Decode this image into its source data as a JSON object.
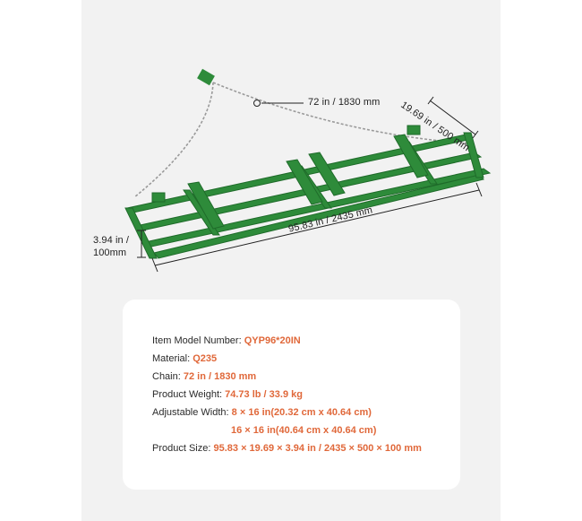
{
  "dimensions": {
    "chain": "72 in / 1830 mm",
    "width": "19.69 in / 500 mm",
    "length": "95.83 in / 2435 mm",
    "height_line1": "3.94 in /",
    "height_line2": "100mm"
  },
  "specs": {
    "model_label": "Item Model Number:",
    "model_value": "QYP96*20IN",
    "material_label": "Material:",
    "material_value": "Q235",
    "chain_label": "Chain:",
    "chain_value": "72 in / 1830 mm",
    "weight_label": "Product Weight:",
    "weight_value": "74.73 lb / 33.9 kg",
    "width_label": "Adjustable Width:",
    "width_value_1": "8 × 16 in(20.32 cm x 40.64 cm)",
    "width_value_2": "16 × 16 in(40.64 cm x 40.64 cm)",
    "size_label": "Product Size:",
    "size_value": "95.83 × 19.69 × 3.94 in / 2435 × 500 × 100 mm"
  },
  "colors": {
    "frame_green": "#2e8b3a",
    "accent_orange": "#e0683a",
    "background": "#f2f2f2"
  }
}
